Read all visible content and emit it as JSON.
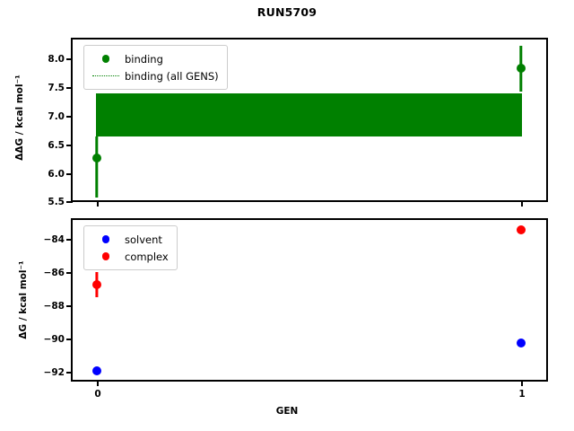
{
  "figure": {
    "title": "RUN5709",
    "xlabel": "GEN",
    "colors": {
      "binding": "#008000",
      "solvent": "#0000ff",
      "complex": "#ff0000"
    }
  },
  "chart_data": [
    {
      "type": "scatter",
      "panel": "top",
      "title": "RUN5709",
      "xlabel": "",
      "ylabel": "ΔΔG / kcal mol⁻¹",
      "ylabel_plain": "DDG / kcal mol^-1",
      "x": [
        0,
        1
      ],
      "xticklabels": [
        "0",
        "1"
      ],
      "xlim": [
        -0.07,
        1.07
      ],
      "ylim": [
        5.5,
        8.1
      ],
      "yticks": [
        5.5,
        6.0,
        6.5,
        7.0,
        7.5,
        8.0
      ],
      "yticklabels": [
        "5.5",
        "6.0",
        "6.5",
        "7.0",
        "7.5",
        "8.0"
      ],
      "grid": false,
      "legend_position": "upper left",
      "series": [
        {
          "name": "binding",
          "style": "marker-errorbar",
          "color": "#008000",
          "values": [
            6.22,
            7.73
          ],
          "yerr_low": [
            0.69,
            0.39
          ],
          "yerr_high": [
            0.35,
            0.37
          ]
        },
        {
          "name": "binding (all GENS)",
          "style": "dotted-line-band",
          "color": "#008000",
          "band_low": 6.57,
          "band_high": 7.27,
          "value": 6.92
        }
      ]
    },
    {
      "type": "scatter",
      "panel": "bottom",
      "xlabel": "GEN",
      "ylabel": "ΔG / kcal mol⁻¹",
      "ylabel_plain": "DG / kcal mol^-1",
      "x": [
        0,
        1
      ],
      "xticklabels": [
        "0",
        "1"
      ],
      "xlim": [
        -0.07,
        1.07
      ],
      "ylim": [
        -93.5,
        -83.0
      ],
      "yticks": [
        -92,
        -90,
        -88,
        -86,
        -84
      ],
      "yticklabels": [
        "−92",
        "−90",
        "−88",
        "−86",
        "−84"
      ],
      "grid": false,
      "legend_position": "upper left",
      "series": [
        {
          "name": "solvent",
          "style": "marker-errorbar",
          "color": "#0000ff",
          "values": [
            -92.9,
            -91.1
          ],
          "yerr_low": [
            0.05,
            0.05
          ],
          "yerr_high": [
            0.05,
            0.05
          ]
        },
        {
          "name": "complex",
          "style": "marker-errorbar",
          "color": "#ff0000",
          "values": [
            -86.7,
            -83.35
          ],
          "yerr_low": [
            0.42,
            0.06
          ],
          "yerr_high": [
            0.38,
            0.06
          ]
        }
      ]
    }
  ],
  "top_panel": {
    "yticklabels": [
      "8.0",
      "7.5",
      "7.0",
      "6.5",
      "6.0",
      "5.5"
    ],
    "legend": [
      {
        "label": "binding",
        "marker": "dot",
        "color": "#008000"
      },
      {
        "label": "binding (all GENS)",
        "marker": "dotted-line",
        "color": "#008000"
      }
    ]
  },
  "bottom_panel": {
    "yticklabels": [
      "−84",
      "−86",
      "−88",
      "−90",
      "−92"
    ],
    "xticklabels": [
      "0",
      "1"
    ],
    "legend": [
      {
        "label": "solvent",
        "marker": "dot",
        "color": "#0000ff"
      },
      {
        "label": "complex",
        "marker": "dot",
        "color": "#ff0000"
      }
    ]
  }
}
